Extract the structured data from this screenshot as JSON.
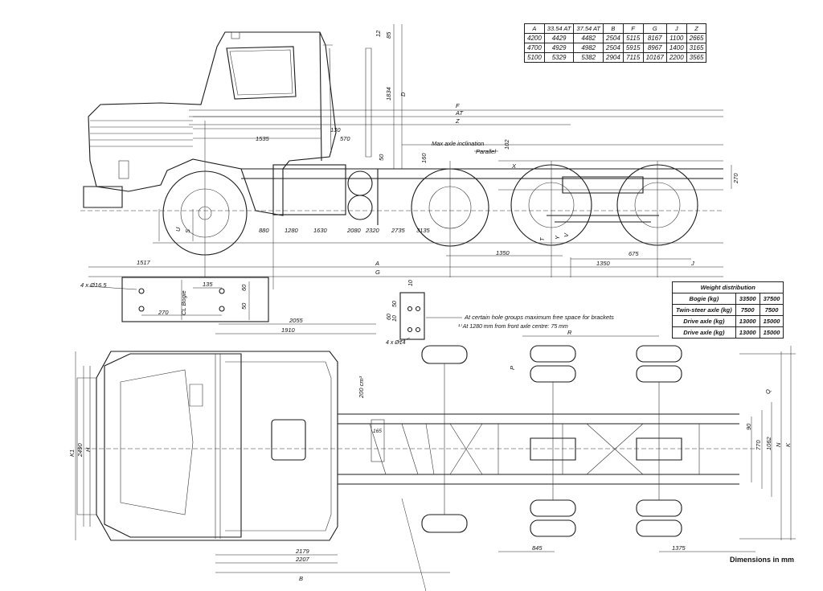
{
  "dimensions_table": {
    "headers": [
      "A",
      "33.54 AT",
      "37.54 AT",
      "B",
      "F",
      "G",
      "J",
      "Z"
    ],
    "rows": [
      [
        "4200",
        "4429",
        "4482",
        "2504",
        "5115",
        "8167",
        "1100",
        "2665"
      ],
      [
        "4700",
        "4929",
        "4982",
        "2504",
        "5915",
        "8967",
        "1400",
        "3165"
      ],
      [
        "5100",
        "5329",
        "5382",
        "2904",
        "7115",
        "10167",
        "2200",
        "3565"
      ]
    ]
  },
  "weight_table": {
    "title": "Weight distribution",
    "rows": [
      [
        "Bogie (kg)",
        "33500",
        "37500"
      ],
      [
        "Twin-steer axle (kg)",
        "7500",
        "7500"
      ],
      [
        "Drive axle (kg)",
        "13000",
        "15000"
      ],
      [
        "Drive axle (kg)",
        "13000",
        "15000"
      ]
    ]
  },
  "side_view": {
    "height_labels": [
      "12",
      "85",
      "1834",
      "D"
    ],
    "F": "F",
    "AT": "AT",
    "Z": "Z",
    "d130": "130",
    "d1535": "1535",
    "d570": "570",
    "d50": "50",
    "max_axle": "Max axle inclination",
    "parallel": "Parallel",
    "d160": "160",
    "d102": "102",
    "X": "X",
    "d270": "270",
    "bottom_dims": [
      "880",
      "1280",
      "1630",
      "2080",
      "2320",
      "2735",
      "3135"
    ],
    "S": "S",
    "U": "U",
    "T": "T",
    "Y": "Y",
    "V": "V",
    "d1350a": "1350",
    "d1350b": "1350",
    "d675": "675",
    "d1517": "1517",
    "A": "A",
    "G": "G",
    "J": "J"
  },
  "bracket_plate": {
    "label": "4 x Ø16.5",
    "cl_bogie": "CL Bogie",
    "d135": "135",
    "d270": "270",
    "d60": "60",
    "d50": "50"
  },
  "small_plate": {
    "label": "4 x Ø14",
    "dims": [
      "10",
      "50",
      "60",
      "10"
    ],
    "note1": "At certain hole groups maximum free space for brackets",
    "note2": "¹⁾ At 1280 mm from front axle centre: 75 mm"
  },
  "top_view": {
    "d2055": "2055",
    "d1910": "1910",
    "R": "R",
    "P": "P",
    "Q": "Q",
    "d200cm3": "200 cm³",
    "d165": "165",
    "K1": "K1",
    "d2490": "2490",
    "H": "H",
    "d90": "90",
    "d770": "770",
    "d1062": "1062",
    "N": "N",
    "K": "K",
    "d2179": "2179",
    "d2207": "2207",
    "B": "B",
    "d845": "845",
    "d1375": "1375"
  },
  "footer": "Dimensions in mm"
}
